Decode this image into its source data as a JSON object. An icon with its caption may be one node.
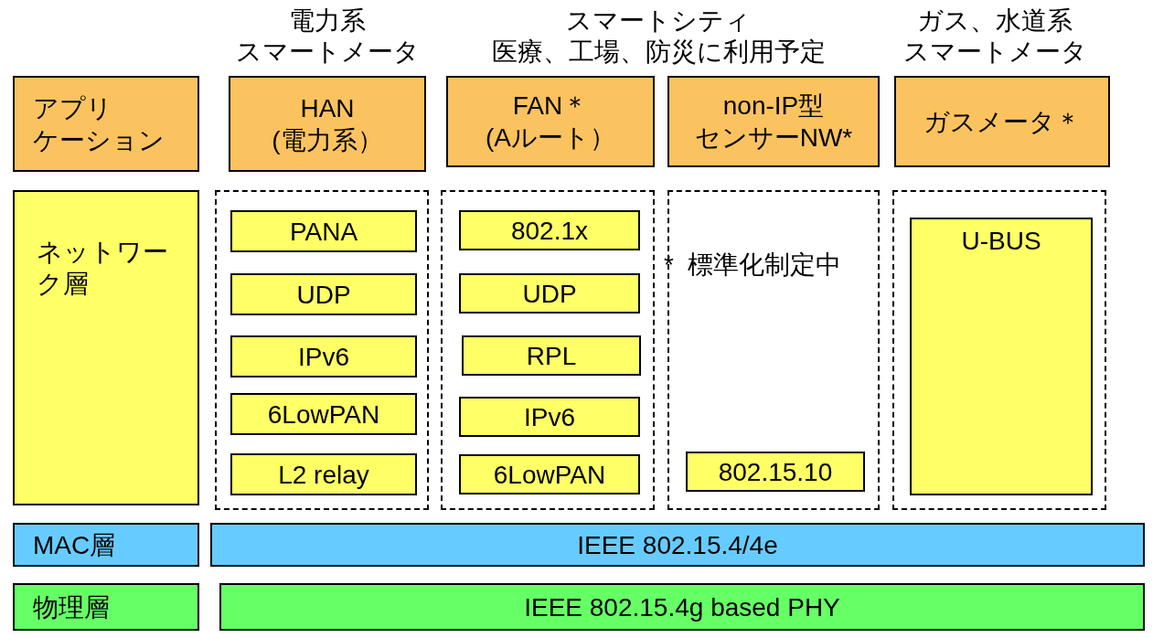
{
  "diagram": {
    "nodes": [
      {
        "text": [
          "アプリケーション"
        ]
      },
      {
        "text": [
          "HAN (電力系）"
        ]
      },
      {
        "text": [
          "FAN＊ (Aルート）"
        ]
      },
      {
        "text": [
          "non-IP型センサーNW*"
        ]
      },
      {
        "text": [
          "ガスメータ＊"
        ]
      },
      {
        "text": [
          "ネットワーク層"
        ]
      },
      {
        "text": [],
        "shape": "box"
      },
      {
        "text": [
          "PANA"
        ],
        "in": 6
      },
      {
        "text": [
          "UDP"
        ],
        "in": 6
      },
      {
        "text": [
          "IPv6"
        ],
        "in": 6
      },
      {
        "text": [
          "6LowPAN"
        ],
        "in": 6
      },
      {
        "text": [
          "L2 relay"
        ],
        "in": 6
      },
      {
        "text": [],
        "shape": "box"
      },
      {
        "text": [
          "802.1x"
        ],
        "in": 12
      },
      {
        "text": [
          "UDP"
        ],
        "in": 12
      },
      {
        "text": [
          "RPL"
        ],
        "in": 12
      },
      {
        "text": [
          "IPv6"
        ],
        "in": 12
      },
      {
        "text": [
          "6LowPAN"
        ],
        "in": 12
      },
      {
        "text": [
          "*  標準化制定中"
        ]
      },
      {
        "text": [
          "802.15.10"
        ],
        "in": 18
      },
      {
        "text": [],
        "shape": "box"
      },
      {
        "text": [
          "U-BUS"
        ],
        "in": 20
      },
      {
        "text": [
          "MAC層"
        ]
      },
      {
        "text": [
          "IEEE 802.15.4/4e"
        ]
      },
      {
        "text": [
          "物理層"
        ]
      },
      {
        "text": [
          "IEEE 802.15.4g based PHY"
        ]
      }
    ],
    "edges": [],
    "labels": [
      "電力系スマートメータ",
      "スマートシティ医療、工場、防災に利用予定",
      "ガス、水道系スマートメータ"
    ]
  }
}
